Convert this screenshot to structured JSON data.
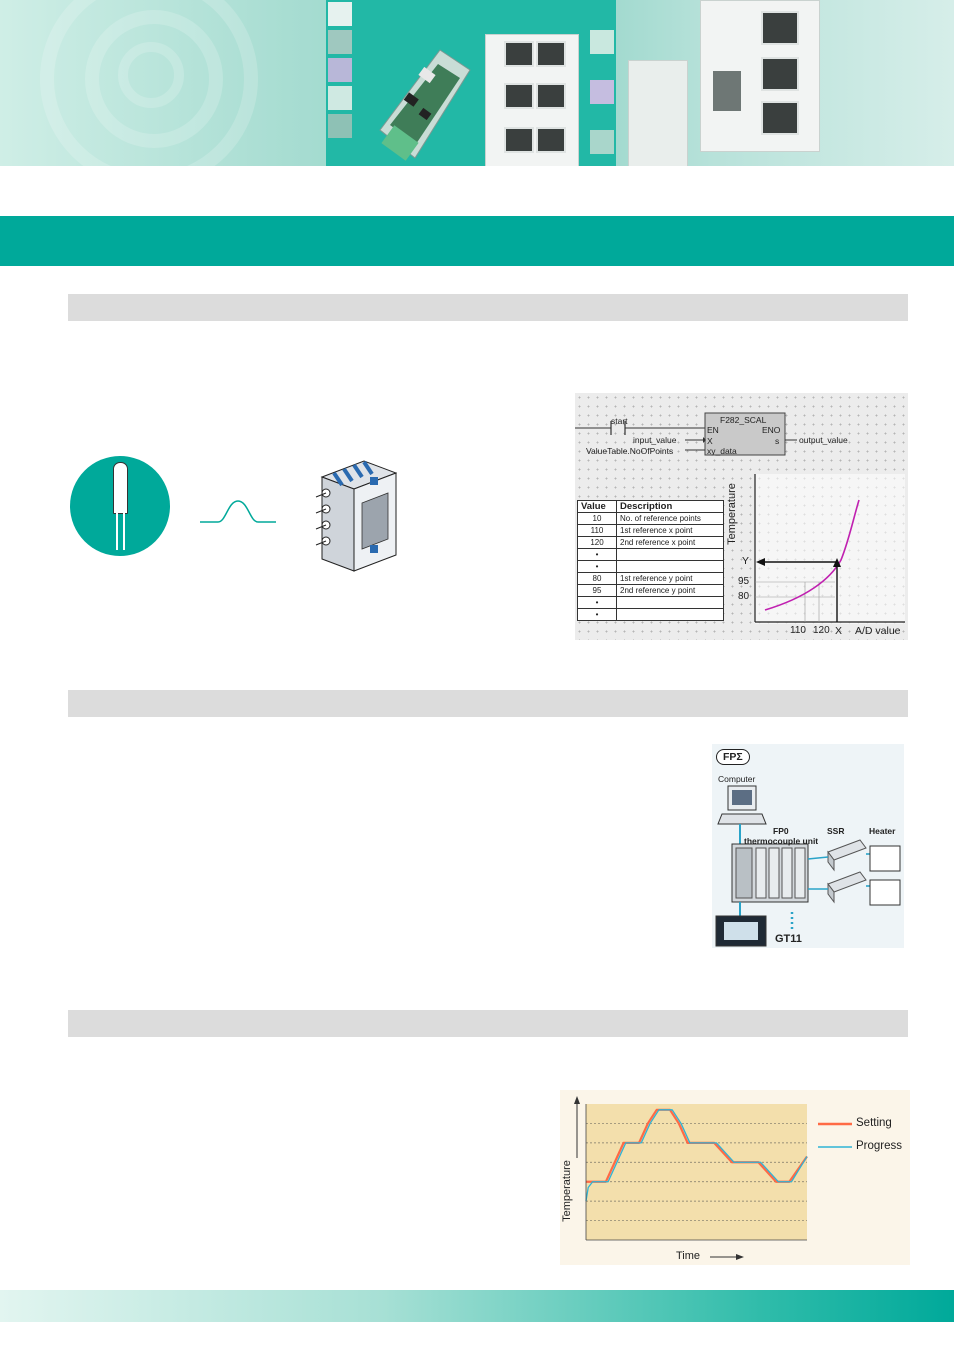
{
  "colors": {
    "brand_teal": "#00a99a",
    "section_bar": "#dcdcdc",
    "setting_line": "#ff6a45",
    "progress_line": "#2eb3d6",
    "curve": "#c020b0"
  },
  "scaling": {
    "program": {
      "contact": "start",
      "function_name": "F282_SCAL",
      "pin_en": "EN",
      "pin_eno": "ENO",
      "pin_x": "X",
      "pin_s": "s",
      "pin_xy": "xy_data",
      "input_var": "input_value",
      "table_var": "ValueTable.NoOfPoints",
      "output_var": "output_value"
    },
    "table": {
      "headers": [
        "Value",
        "Description"
      ],
      "rows": [
        [
          "10",
          "No. of reference points"
        ],
        [
          "110",
          "1st reference x point"
        ],
        [
          "120",
          "2nd reference x point"
        ],
        [
          "•",
          ""
        ],
        [
          "•",
          ""
        ],
        [
          "80",
          "1st reference y point"
        ],
        [
          "95",
          "2nd reference y point"
        ],
        [
          "•",
          ""
        ],
        [
          "•",
          ""
        ]
      ]
    },
    "curve_chart": {
      "ylabel": "Temperature",
      "xlabel": "A/D value",
      "y_marks": [
        "Y",
        "95",
        "80"
      ],
      "x_marks": [
        "110",
        "120",
        "X"
      ]
    }
  },
  "system": {
    "badge": "FPΣ",
    "computer": "Computer",
    "unit_line1": "FP0",
    "unit_line2": "thermocouple unit",
    "ssr": "SSR",
    "heater": "Heater",
    "display": "GT11"
  },
  "chart_data": {
    "type": "line",
    "xlabel": "Time",
    "ylabel": "Temperature",
    "grid": true,
    "legend_placement": "right",
    "ylim": [
      0,
      7
    ],
    "xlim": [
      0,
      100
    ],
    "series": [
      {
        "name": "Setting",
        "color": "#ff6a45",
        "points": [
          [
            0,
            3
          ],
          [
            9,
            3
          ],
          [
            17,
            5
          ],
          [
            24,
            5
          ],
          [
            28,
            6
          ],
          [
            32,
            6.7
          ],
          [
            38,
            6.7
          ],
          [
            42,
            6
          ],
          [
            46,
            5
          ],
          [
            58,
            5
          ],
          [
            66,
            4
          ],
          [
            78,
            4
          ],
          [
            86,
            3
          ],
          [
            92,
            3
          ],
          [
            100,
            4.3
          ]
        ]
      },
      {
        "name": "Progress",
        "color": "#2eb3d6",
        "points": [
          [
            0,
            2
          ],
          [
            1,
            2.7
          ],
          [
            3,
            3
          ],
          [
            10,
            3
          ],
          [
            18,
            5
          ],
          [
            25,
            5
          ],
          [
            29,
            6
          ],
          [
            33,
            6.7
          ],
          [
            39,
            6.7
          ],
          [
            43,
            6
          ],
          [
            47,
            5
          ],
          [
            59,
            5
          ],
          [
            67,
            4
          ],
          [
            79,
            4
          ],
          [
            87,
            3
          ],
          [
            93,
            3
          ],
          [
            100,
            4.3
          ]
        ]
      }
    ]
  }
}
